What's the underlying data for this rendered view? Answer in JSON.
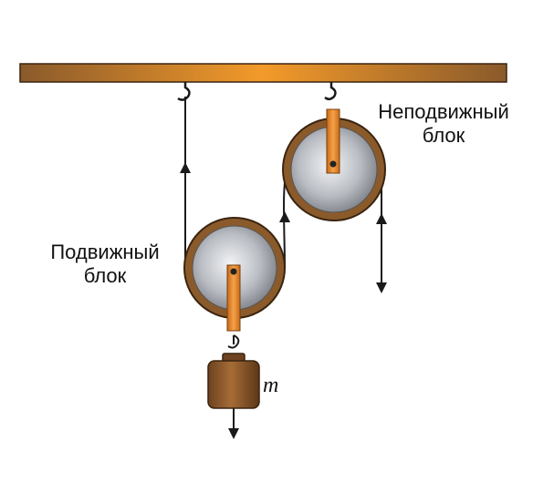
{
  "labels": {
    "fixed_block_line1": "Неподвижный",
    "fixed_block_line2": "блок",
    "movable_block_line1": "Подвижный",
    "movable_block_line2": "блок",
    "mass": "m"
  },
  "colors": {
    "beam_dark": "#8a5a2b",
    "beam_light": "#f39a2a",
    "pulley_rim": "#8b5a2b",
    "pulley_disc": "#c9ccd0",
    "axle_bar": "#ef8a2a",
    "weight": "#8a5a2b",
    "rope": "#1a1a1a"
  }
}
